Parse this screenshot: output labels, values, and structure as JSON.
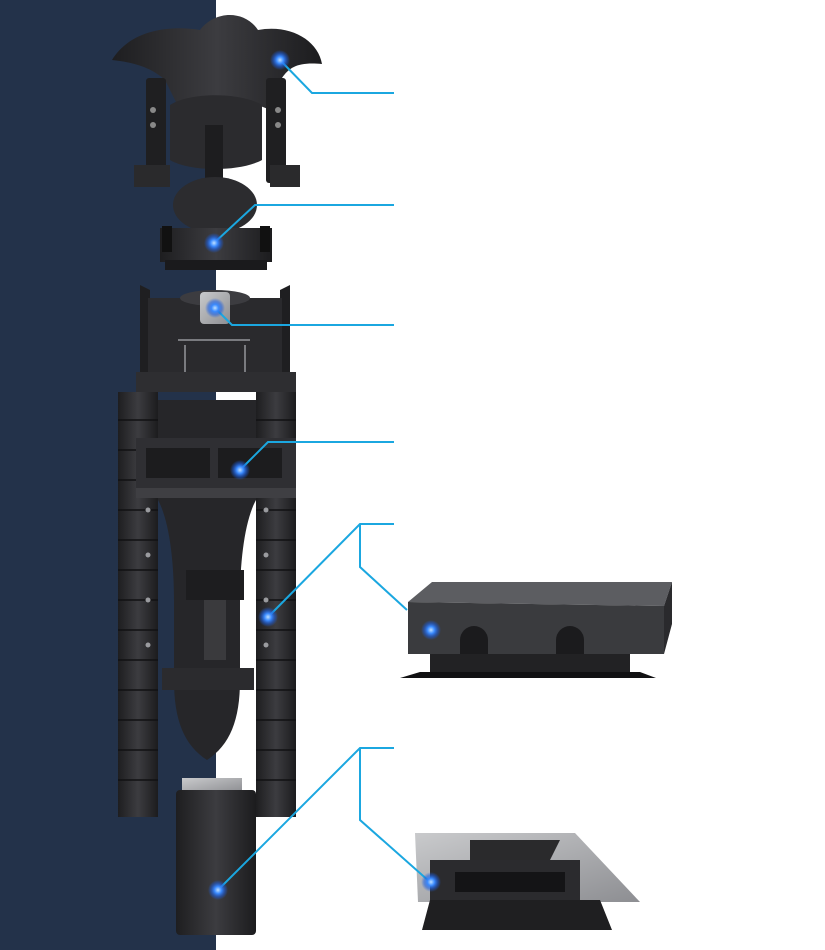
{
  "diagram": {
    "background_panel_color": "#23324a",
    "callout_line_color": "#1ba7e0",
    "dot_color": "#2f7bff",
    "part_color_dark": "#2a2a2c",
    "part_color_mid": "#3a3a3d",
    "part_color_light": "#595a5e",
    "callouts": [
      {
        "id": "callout-headrest",
        "label": ""
      },
      {
        "id": "callout-neck-joint",
        "label": ""
      },
      {
        "id": "callout-upper-chassis",
        "label": ""
      },
      {
        "id": "callout-mid-clamp",
        "label": ""
      },
      {
        "id": "callout-side-rail",
        "label": ""
      },
      {
        "id": "callout-base-column",
        "label": ""
      }
    ],
    "detail_views": [
      {
        "id": "detail-clamp-block",
        "label": ""
      },
      {
        "id": "detail-base-plate",
        "label": ""
      }
    ]
  }
}
